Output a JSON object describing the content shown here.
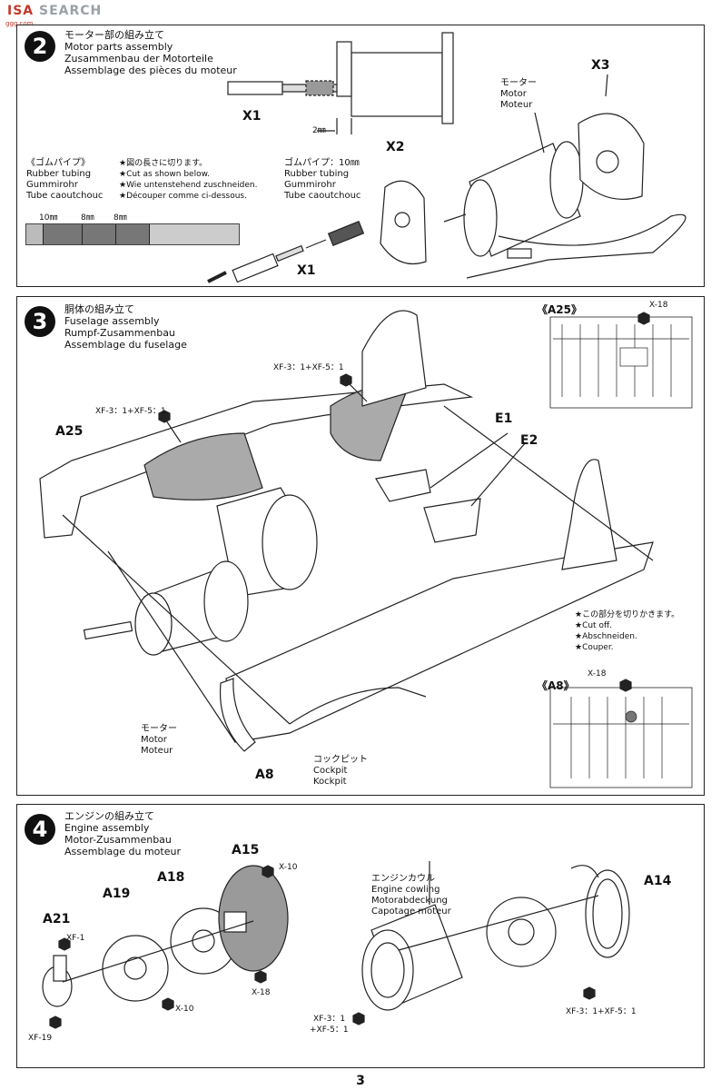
{
  "watermark": {
    "brand_a": "ISA",
    "brand_b": "SEARCH",
    "sub": "ggg.com"
  },
  "page_number": "3",
  "step2": {
    "number": "2",
    "title_jp": "モーター部の組み立て",
    "title_en": "Motor parts assembly",
    "title_de": "Zusammenbau der Motorteile",
    "title_fr": "Assemblage des pièces du moteur",
    "tubing_title": "《ゴムパイプ》",
    "tubing_en": "Rubber tubing",
    "tubing_de": "Gummirohr",
    "tubing_fr": "Tube caoutchouc",
    "note_jp": "★図の長さに切ります。",
    "note_en": "★Cut as shown below.",
    "note_de": "★Wie untenstehend zuschneiden.",
    "note_fr": "★Découper comme ci-dessous.",
    "dim_10": "10㎜",
    "dim_8a": "8㎜",
    "dim_8b": "8㎜",
    "dim_2": "2㎜",
    "tube_label_jp": "ゴムパイプ：10㎜",
    "tube_label_en": "Rubber tubing",
    "tube_label_de": "Gummirohr",
    "tube_label_fr": "Tube caoutchouc",
    "motor_jp": "モーター",
    "motor_en": "Motor",
    "motor_fr": "Moteur",
    "part_x1_top": "X1",
    "part_x1_bottom": "X1",
    "part_x2": "X2",
    "part_x3": "X3"
  },
  "step3": {
    "number": "3",
    "title_jp": "胴体の組み立て",
    "title_en": "Fuselage assembly",
    "title_de": "Rumpf-Zusammenbau",
    "title_fr": "Assemblage du fuselage",
    "paint_a": "XF-3：1+XF-5：1",
    "paint_b": "XF-3：1+XF-5：1",
    "part_a25": "A25",
    "part_e1": "E1",
    "part_e2": "E2",
    "part_a8": "A8",
    "inset_a25": "《A25》",
    "inset_a8": "《A8》",
    "x18_a": "X-18",
    "x18_b": "X-18",
    "cut_jp": "★この部分を切りかきます。",
    "cut_en": "★Cut off.",
    "cut_de": "★Abschneiden.",
    "cut_fr": "★Couper.",
    "motor_jp": "モーター",
    "motor_en": "Motor",
    "motor_fr": "Moteur",
    "cockpit_jp": "コックピット",
    "cockpit_en": "Cockpit",
    "cockpit_de": "Kockpit"
  },
  "step4": {
    "number": "4",
    "title_jp": "エンジンの組み立て",
    "title_en": "Engine assembly",
    "title_de": "Motor-Zusammenbau",
    "title_fr": "Assemblage du moteur",
    "part_a15": "A15",
    "part_a18": "A18",
    "part_a19": "A19",
    "part_a21": "A21",
    "part_a14": "A14",
    "paint_x10a": "X-10",
    "paint_x10b": "X-10",
    "paint_xf1": "XF-1",
    "paint_xf19": "XF-19",
    "paint_x18": "X-18",
    "cowl_jp": "エンジンカウル",
    "cowl_en": "Engine cowling",
    "cowl_de": "Motorabdeckung",
    "cowl_fr": "Capotage moteur",
    "paint_mix_a1": "XF-3：1",
    "paint_mix_a2": "+XF-5：1",
    "paint_mix_b": "XF-3：1+XF-5：1"
  }
}
